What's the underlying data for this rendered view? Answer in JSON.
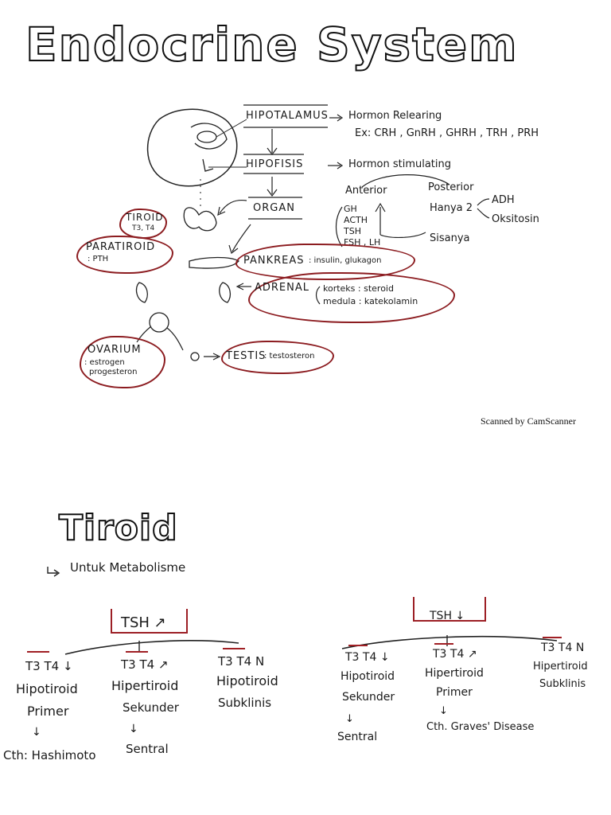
{
  "page1": {
    "title": "Endocrine System",
    "hipotalamus": "HIPOTALAMUS",
    "hipotalamus_note1": "Hormon Relearing",
    "hipotalamus_note2": "Ex: CRH , GnRH , GHRH , TRH , PRH",
    "hipofisis": "HIPOFISIS",
    "hipofisis_note": "Hormon stimulating",
    "organ": "ORGAN",
    "anterior": "Anterior",
    "anterior_list": [
      "GH",
      "ACTH",
      "TSH",
      "FSH , LH"
    ],
    "posterior": "Posterior",
    "hanya": "Hanya 2",
    "adh": "ADH",
    "oksitosin": "Oksitosin",
    "sisanya": "Sisanya",
    "tiroid": "TIROID",
    "tiroid_sub": "T3, T4",
    "paratiroid": "PARATIROID",
    "paratiroid_sub": ": PTH",
    "pankreas": "PANKREAS",
    "pankreas_note": ": insulin, glukagon",
    "adrenal": "ADRENAL",
    "korteks": "korteks : steroid",
    "medula": "medula : katekolamin",
    "ovarium": "OVARIUM",
    "ovarium_sub1": ": estrogen",
    "ovarium_sub2": "progesteron",
    "testis": "TESTIS",
    "testis_note": ": testosteron",
    "scanner": "Scanned by CamScanner"
  },
  "page2": {
    "title": "Tiroid",
    "subtitle": "Untuk Metabolisme",
    "left": {
      "head": "TSH ↗",
      "cols": [
        {
          "t": "T3 T4 ↓",
          "l1": "Hipotiroid",
          "l2": "Primer",
          "l3": "↓",
          "l4": "Cth: Hashimoto"
        },
        {
          "t": "T3 T4 ↗",
          "l1": "Hipertiroid",
          "l2": "Sekunder",
          "l3": "↓",
          "l4": "Sentral"
        },
        {
          "t": "T3 T4 N",
          "l1": "Hipotiroid",
          "l2": "Subklinis",
          "l3": "",
          "l4": ""
        }
      ]
    },
    "right": {
      "head": "TSH ↓",
      "cols": [
        {
          "t": "T3 T4 ↓",
          "l1": "Hipotiroid",
          "l2": "Sekunder",
          "l3": "↓",
          "l4": "Sentral"
        },
        {
          "t": "T3 T4 ↗",
          "l1": "Hipertiroid",
          "l2": "Primer",
          "l3": "↓",
          "l4": "Cth. Graves' Disease"
        },
        {
          "t": "T3 T4 N",
          "l1": "Hipertiroid",
          "l2": "Subklinis",
          "l3": "",
          "l4": ""
        }
      ]
    }
  }
}
